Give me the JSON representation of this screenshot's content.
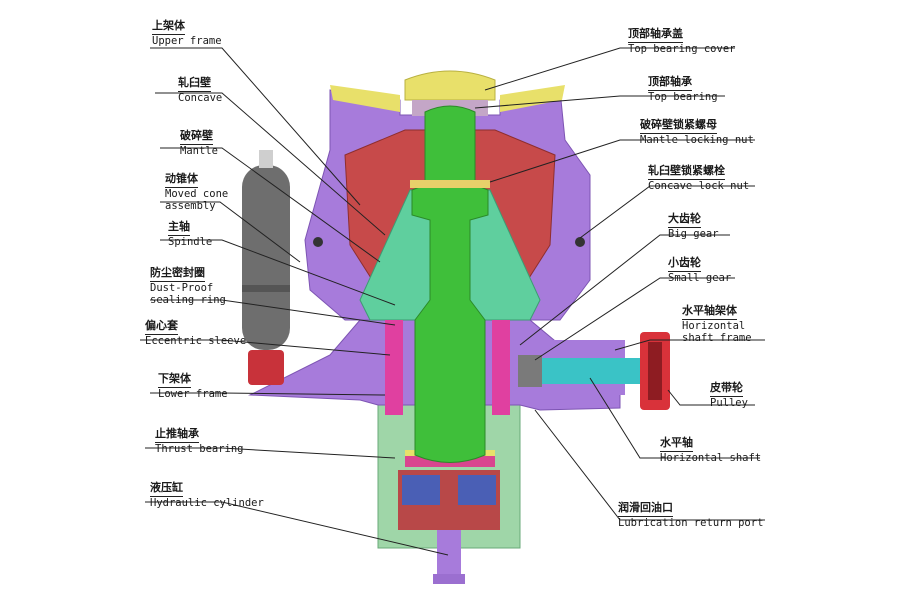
{
  "colors": {
    "frame": "#a77bdb",
    "concave": "#c74a4a",
    "mantle": "#5fcf9e",
    "spindle": "#3fbf3a",
    "sleeve": "#e040a0",
    "cylinder": "#7a7a7a",
    "yellow": "#e8e06a",
    "base": "#9fd6a8",
    "lowerblue": "#4a5fb5",
    "pulley": "#d9323a",
    "shaft": "#3ac3c6"
  },
  "labels_left": [
    {
      "id": "upper-frame",
      "zh": "上架体",
      "en": "Upper frame"
    },
    {
      "id": "concave",
      "zh": "轧臼壁",
      "en": "Concave"
    },
    {
      "id": "mantle",
      "zh": "破碎壁",
      "en": "Mantle"
    },
    {
      "id": "moved-cone",
      "zh": "动锥体",
      "en": "Moved cone\nassembly"
    },
    {
      "id": "spindle",
      "zh": "主轴",
      "en": "Spindle"
    },
    {
      "id": "dust-ring",
      "zh": "防尘密封圈",
      "en": "Dust-Proof\nsealing ring"
    },
    {
      "id": "eccentric",
      "zh": "偏心套",
      "en": "Eccentric sleeve"
    },
    {
      "id": "lower-frame",
      "zh": "下架体",
      "en": "Lower frame"
    },
    {
      "id": "thrust",
      "zh": "止推轴承",
      "en": "Thrust bearing"
    },
    {
      "id": "hydraulic",
      "zh": "液压缸",
      "en": "Hydraulic cylinder"
    }
  ],
  "labels_right": [
    {
      "id": "top-cover",
      "zh": "顶部轴承盖",
      "en": "Top bearing cover"
    },
    {
      "id": "top-bearing",
      "zh": "顶部轴承",
      "en": "Top bearing"
    },
    {
      "id": "mantle-nut",
      "zh": "破碎壁锁紧螺母",
      "en": "Mantle locking nut"
    },
    {
      "id": "concave-nut",
      "zh": "轧臼壁锁紧螺栓",
      "en": "Concave lock nut"
    },
    {
      "id": "big-gear",
      "zh": "大齿轮",
      "en": "Big gear"
    },
    {
      "id": "small-gear",
      "zh": "小齿轮",
      "en": "Small gear"
    },
    {
      "id": "hshaft-frame",
      "zh": "水平轴架体",
      "en": "Horizontal\nshaft frame"
    },
    {
      "id": "pulley",
      "zh": "皮带轮",
      "en": "Pulley"
    },
    {
      "id": "hshaft",
      "zh": "水平轴",
      "en": "Horizontal shaft"
    },
    {
      "id": "lube",
      "zh": "润滑回油口",
      "en": "Lubrication return port"
    }
  ]
}
